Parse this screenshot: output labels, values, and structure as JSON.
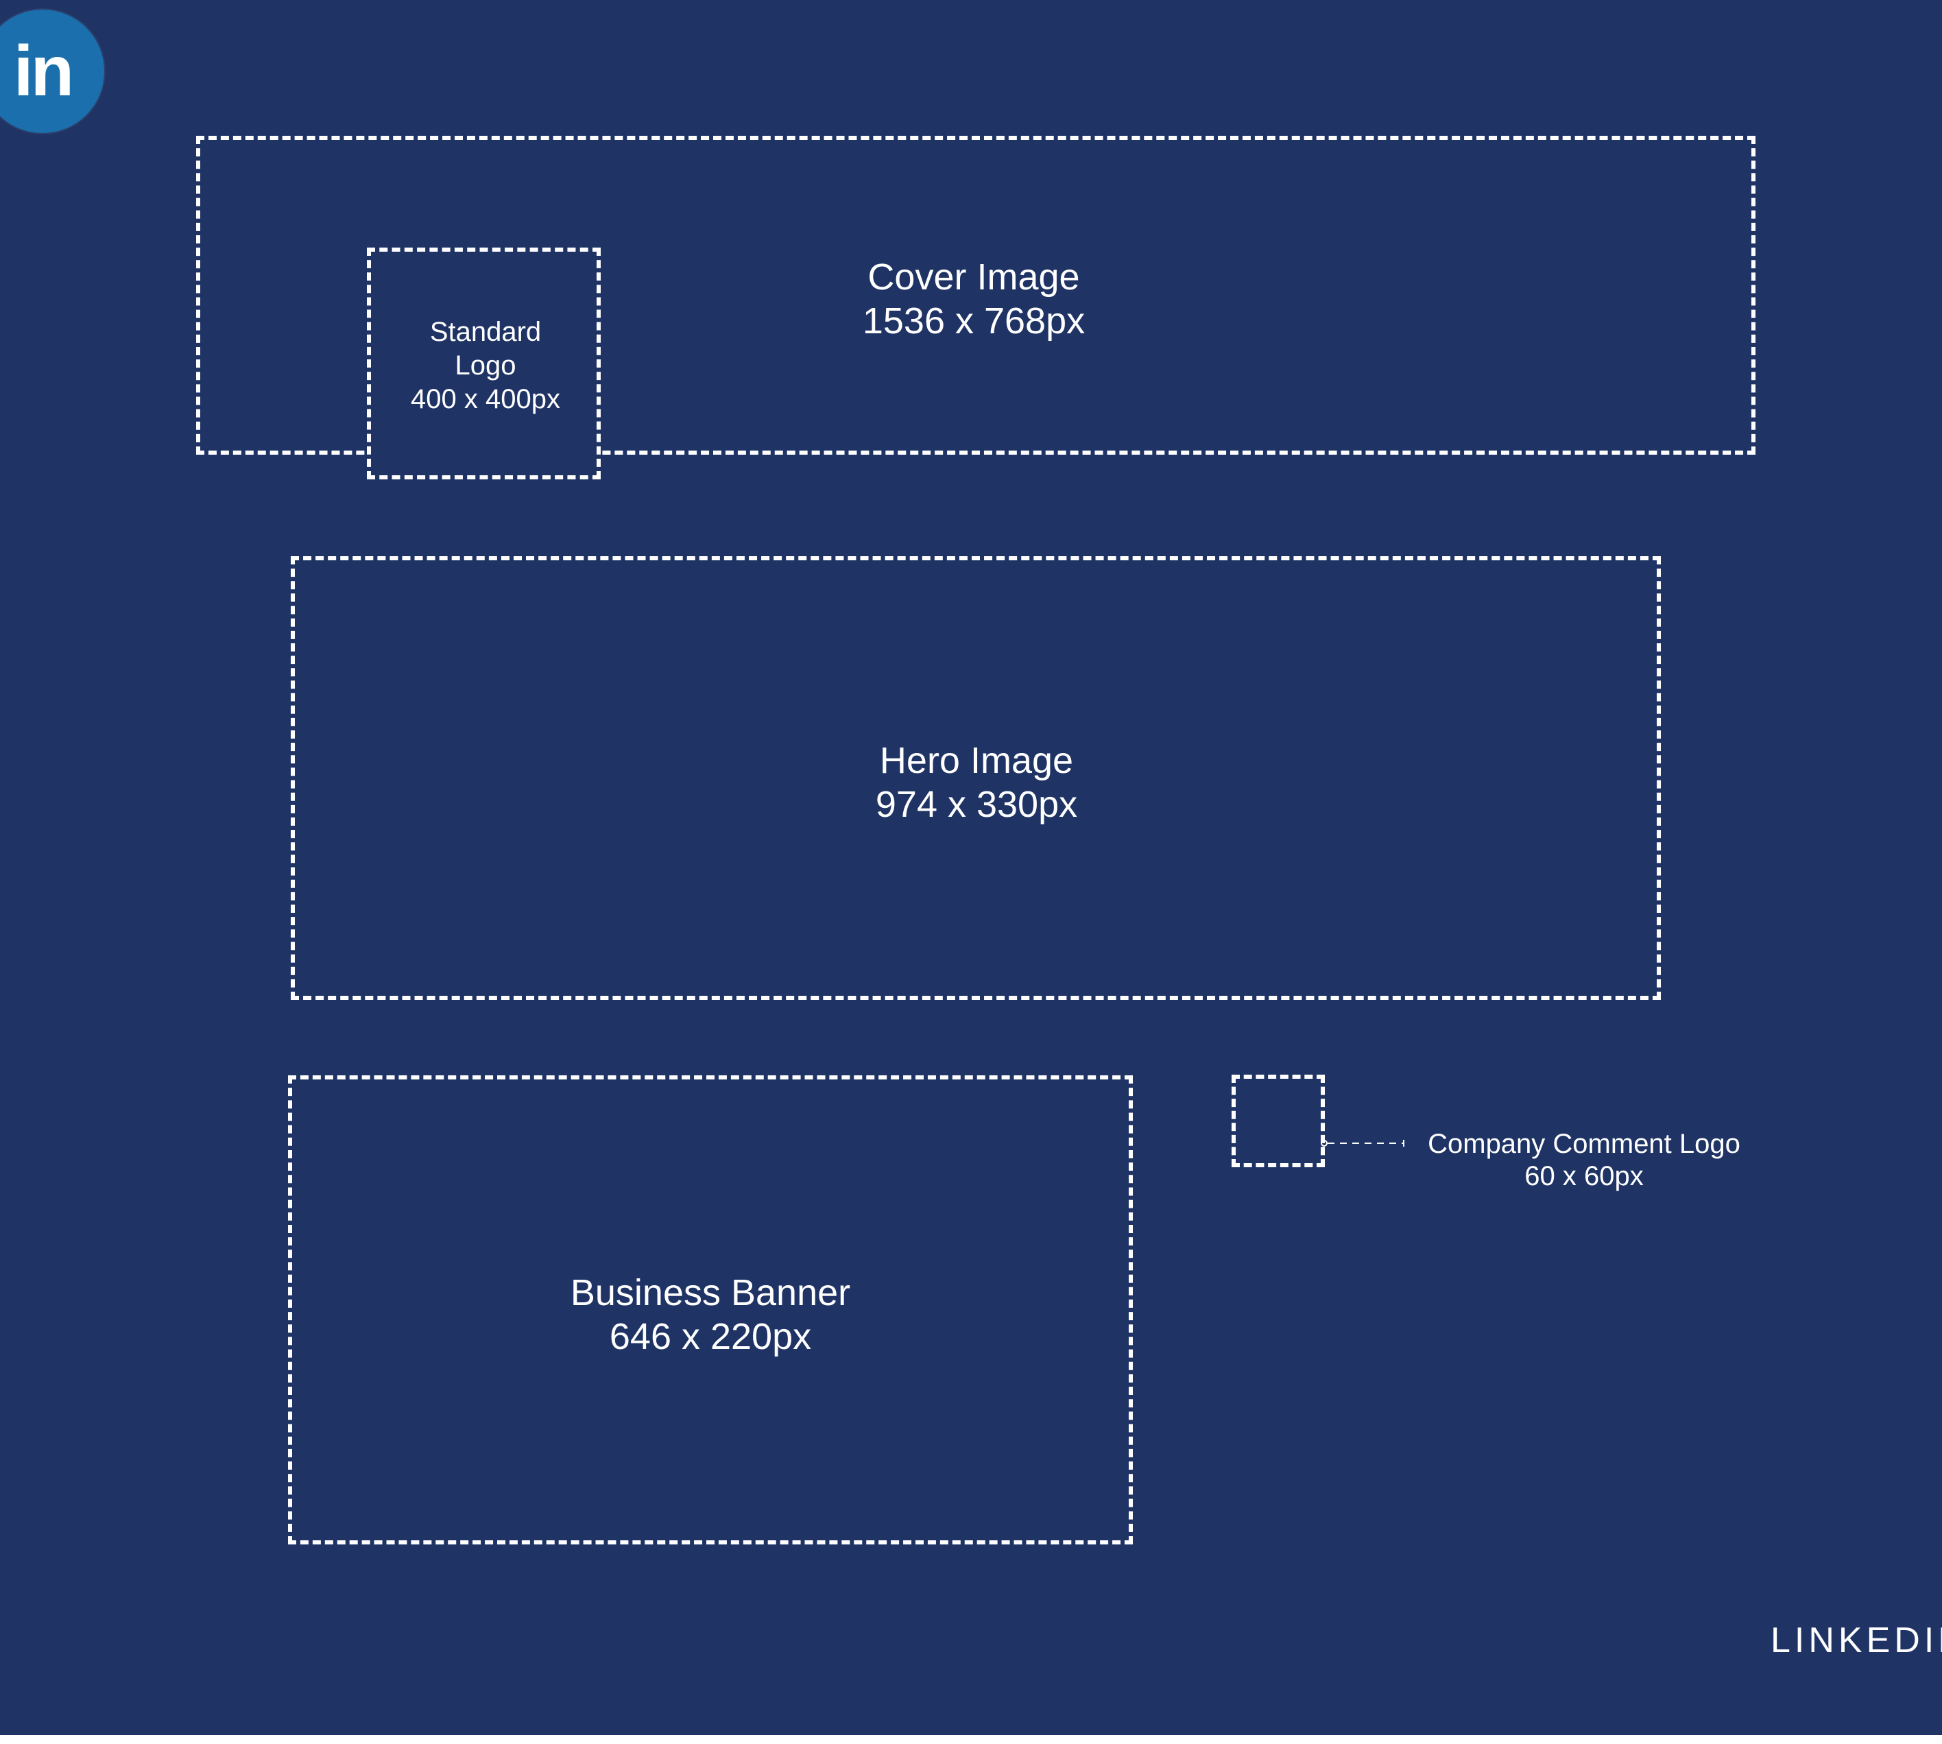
{
  "brand": {
    "logo_icon": "linkedin-icon",
    "logo_text": "in",
    "logo_color": "#1a6fac"
  },
  "colors": {
    "background": "#1f3465",
    "stroke": "#ffffff"
  },
  "boxes": {
    "cover_image": {
      "title": "Cover Image",
      "size": "1536 x 768px"
    },
    "standard_logo": {
      "title_line1": "Standard",
      "title_line2": "Logo",
      "size": "400 x 400px"
    },
    "hero_image": {
      "title": "Hero Image",
      "size": "974 x 330px"
    },
    "business_banner": {
      "title": "Business Banner",
      "size": "646 x 220px"
    },
    "company_comment_logo": {
      "title": "Company Comment Logo",
      "size": "60 x 60px"
    }
  },
  "footer": {
    "text": "LINKEDIN"
  }
}
